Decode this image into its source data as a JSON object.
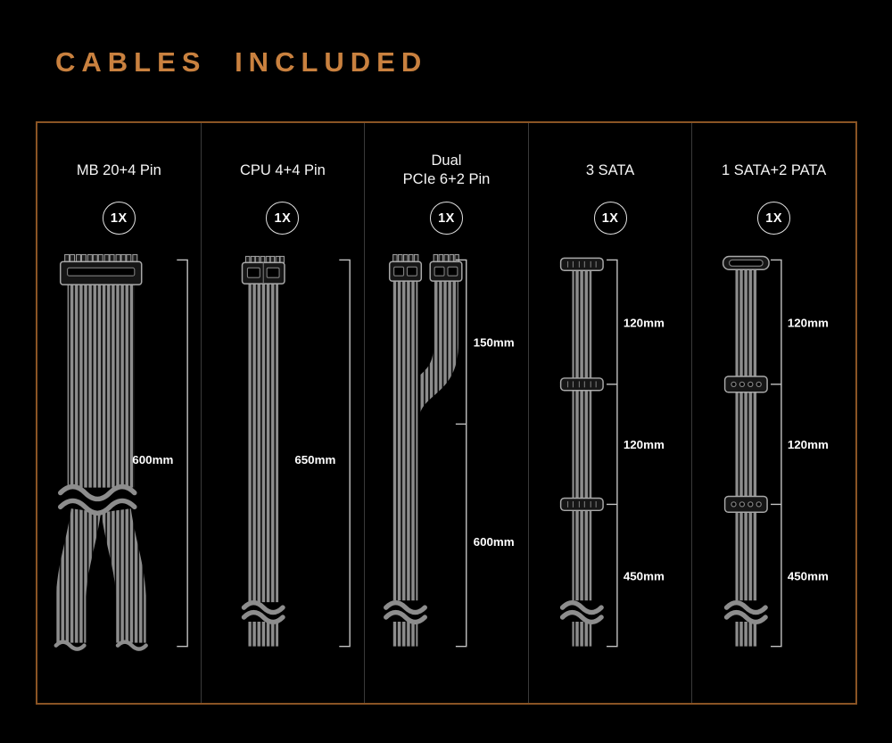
{
  "page": {
    "title": "CABLES INCLUDED"
  },
  "panel": {
    "colors": {
      "accent": "#c9813f",
      "border": "#8a5424",
      "divider": "#3a3a3a",
      "cable": "#8d8d8d",
      "background": "#000000",
      "text": "#ffffff"
    },
    "columns": [
      {
        "name": "MB 20+4 Pin",
        "quantity": "1X",
        "measurements": [
          "600mm"
        ]
      },
      {
        "name": "CPU 4+4 Pin",
        "quantity": "1X",
        "measurements": [
          "650mm"
        ]
      },
      {
        "name": "Dual\nPCIe 6+2 Pin",
        "quantity": "1X",
        "measurements": [
          "150mm",
          "600mm"
        ]
      },
      {
        "name": "3 SATA",
        "quantity": "1X",
        "measurements": [
          "120mm",
          "120mm",
          "450mm"
        ]
      },
      {
        "name": "1 SATA+2 PATA",
        "quantity": "1X",
        "measurements": [
          "120mm",
          "120mm",
          "450mm"
        ]
      }
    ]
  }
}
